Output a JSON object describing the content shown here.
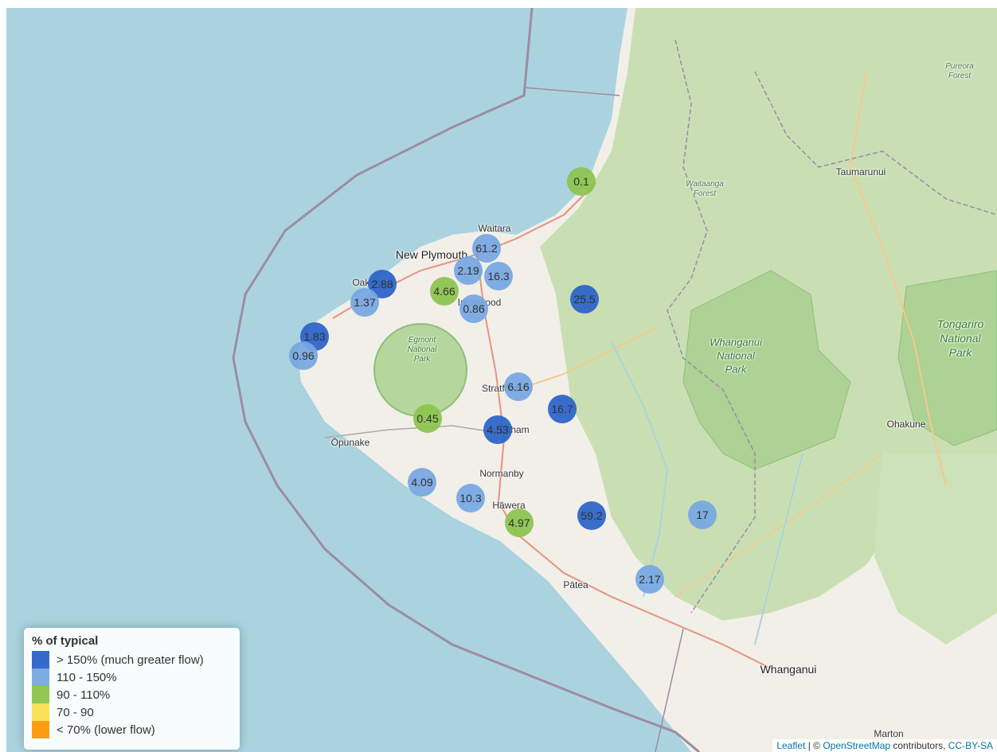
{
  "map": {
    "places": [
      {
        "name": "Waitara",
        "kind": "town"
      },
      {
        "name": "New Plymouth",
        "kind": "city"
      },
      {
        "name": "Inglewood",
        "kind": "town"
      },
      {
        "name": "Stratford",
        "kind": "town"
      },
      {
        "name": "Eltham",
        "kind": "town"
      },
      {
        "name": "Ōpunake",
        "kind": "town"
      },
      {
        "name": "Normanby",
        "kind": "town"
      },
      {
        "name": "Hāwera",
        "kind": "town"
      },
      {
        "name": "Pātea",
        "kind": "town"
      },
      {
        "name": "Whanganui",
        "kind": "city"
      },
      {
        "name": "Marton",
        "kind": "town"
      },
      {
        "name": "Taumarunui",
        "kind": "town"
      },
      {
        "name": "Ohakune",
        "kind": "town"
      },
      {
        "name": "Oakura",
        "kind": "town"
      }
    ],
    "parks": [
      {
        "name": "Egmont\nNational\nPark"
      },
      {
        "name": "Whanganui\nNational\nPark"
      },
      {
        "name": "Tongariro\nNational\nPark"
      },
      {
        "name": "Waitaanga\nForest"
      },
      {
        "name": "Pureora\nForest"
      }
    ],
    "markers": [
      {
        "label": "0.1",
        "category": "90 - 110%"
      },
      {
        "label": "61.2",
        "category": "110 - 150%"
      },
      {
        "label": "2.19",
        "category": "110 - 150%"
      },
      {
        "label": "16.3",
        "category": "110 - 150%"
      },
      {
        "label": "2.88",
        "category": "> 150% (much greater flow)"
      },
      {
        "label": "4.66",
        "category": "90 - 110%"
      },
      {
        "label": "1.37",
        "category": "110 - 150%"
      },
      {
        "label": "0.86",
        "category": "110 - 150%"
      },
      {
        "label": "25.5",
        "category": "> 150% (much greater flow)"
      },
      {
        "label": "1.83",
        "category": "> 150% (much greater flow)"
      },
      {
        "label": "0.96",
        "category": "110 - 150%"
      },
      {
        "label": "6.16",
        "category": "110 - 150%"
      },
      {
        "label": "16.7",
        "category": "> 150% (much greater flow)"
      },
      {
        "label": "0.45",
        "category": "90 - 110%"
      },
      {
        "label": "4.53",
        "category": "> 150% (much greater flow)"
      },
      {
        "label": "4.09",
        "category": "110 - 150%"
      },
      {
        "label": "10.3",
        "category": "110 - 150%"
      },
      {
        "label": "4.97",
        "category": "90 - 110%"
      },
      {
        "label": "59.2",
        "category": "> 150% (much greater flow)"
      },
      {
        "label": "17",
        "category": "110 - 150%"
      },
      {
        "label": "2.17",
        "category": "110 - 150%"
      }
    ]
  },
  "legend": {
    "title": "% of typical",
    "items": [
      {
        "label": "> 150% (much greater flow)",
        "color": "#2a62c9"
      },
      {
        "label": "110 - 150%",
        "color": "#76a7e3"
      },
      {
        "label": "90 - 110%",
        "color": "#8cc44d"
      },
      {
        "label": "70 - 90",
        "color": "#fbe04e"
      },
      {
        "label": "< 70% (lower flow)",
        "color": "#fb9706"
      }
    ]
  },
  "attribution": {
    "leaflet": "Leaflet",
    "separator": " | © ",
    "osm": "OpenStreetMap",
    "contributors": " contributors, ",
    "license": "CC-BY-SA"
  },
  "colors": {
    "sea": "#aad3df",
    "land": "#f2efe9",
    "forest": "#c8dfb4",
    "park": "#b9d7a2"
  }
}
